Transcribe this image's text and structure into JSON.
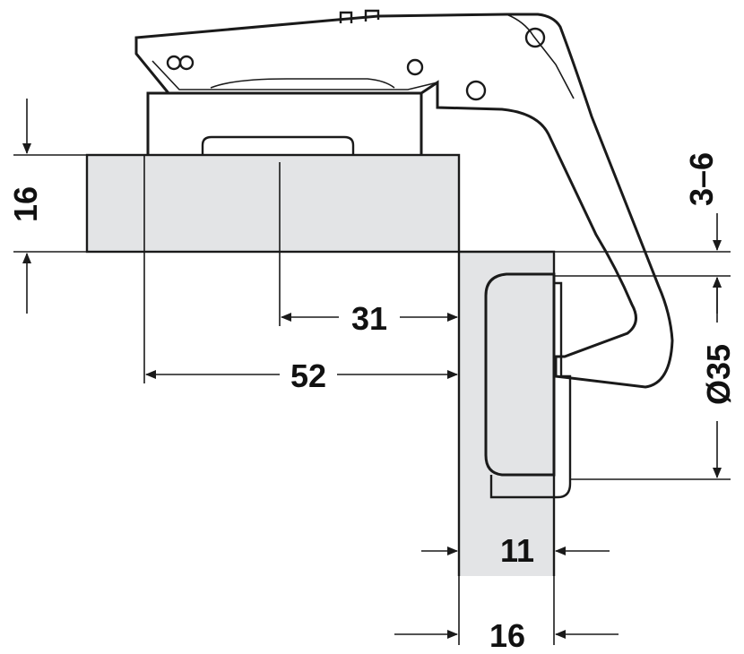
{
  "dimensions": {
    "panel_thickness_top": "16",
    "offset_31": "31",
    "offset_52": "52",
    "gap_range": "3–6",
    "cup_diameter": "Ø35",
    "cup_depth": "11",
    "panel_thickness_door": "16"
  },
  "colors": {
    "panel_fill": "#e3e4e6",
    "line": "#1a1a1a",
    "background": "#ffffff"
  }
}
